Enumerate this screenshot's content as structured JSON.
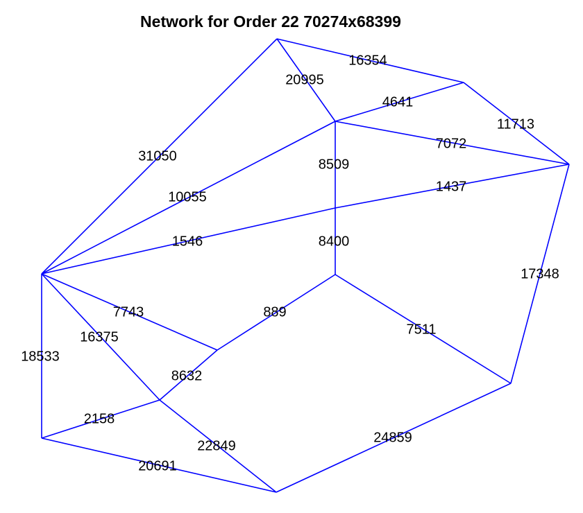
{
  "title": "Network for Order 22 70274x68399",
  "colors": {
    "edge": "#0000ff",
    "label": "#000000",
    "background": "#ffffff"
  },
  "edges": [
    {
      "from": "A",
      "to": "B",
      "label": "16354"
    },
    {
      "from": "A",
      "to": "D",
      "label": "20995"
    },
    {
      "from": "A",
      "to": "H",
      "label": "31050"
    },
    {
      "from": "B",
      "to": "D",
      "label": "4641"
    },
    {
      "from": "B",
      "to": "C",
      "label": "11713"
    },
    {
      "from": "D",
      "to": "C",
      "label": "7072"
    },
    {
      "from": "D",
      "to": "H",
      "label": "10055"
    },
    {
      "from": "D",
      "to": "E",
      "label": "8509"
    },
    {
      "from": "E",
      "to": "C",
      "label": "1437"
    },
    {
      "from": "E",
      "to": "H",
      "label": "1546"
    },
    {
      "from": "E",
      "to": "F",
      "label": "8400"
    },
    {
      "from": "C",
      "to": "G",
      "label": "17348"
    },
    {
      "from": "F",
      "to": "G",
      "label": "7511"
    },
    {
      "from": "F",
      "to": "I",
      "label": "889"
    },
    {
      "from": "I",
      "to": "H",
      "label": "7743"
    },
    {
      "from": "I",
      "to": "J",
      "label": "8632"
    },
    {
      "from": "H",
      "to": "J",
      "label": "16375"
    },
    {
      "from": "H",
      "to": "K",
      "label": "18533"
    },
    {
      "from": "K",
      "to": "J",
      "label": "2158"
    },
    {
      "from": "J",
      "to": "L",
      "label": "22849"
    },
    {
      "from": "K",
      "to": "L",
      "label": "20691"
    },
    {
      "from": "G",
      "to": "L",
      "label": "24859"
    }
  ]
}
